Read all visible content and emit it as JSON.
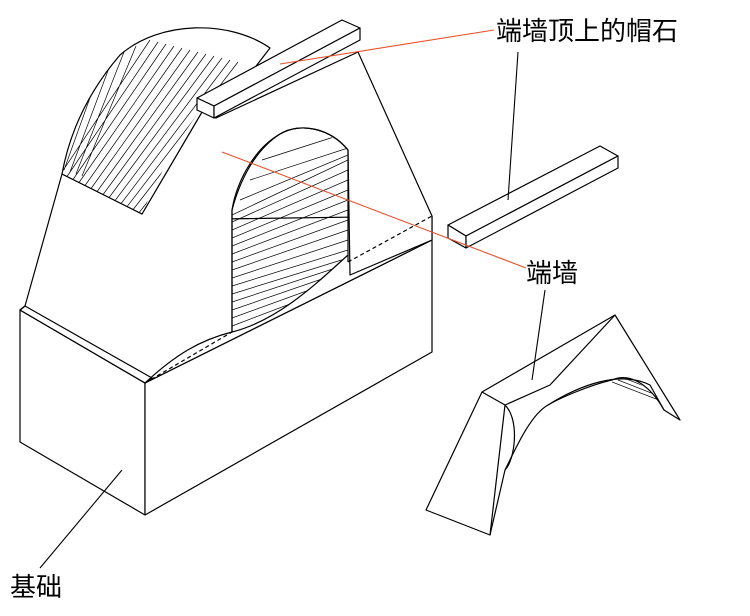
{
  "labels": {
    "cap_stone": "端墙顶上的帽石",
    "end_wall": "端墙",
    "foundation": "基础"
  },
  "colors": {
    "line": "#000000",
    "leader_red": "#e8502a",
    "background": "#ffffff"
  }
}
